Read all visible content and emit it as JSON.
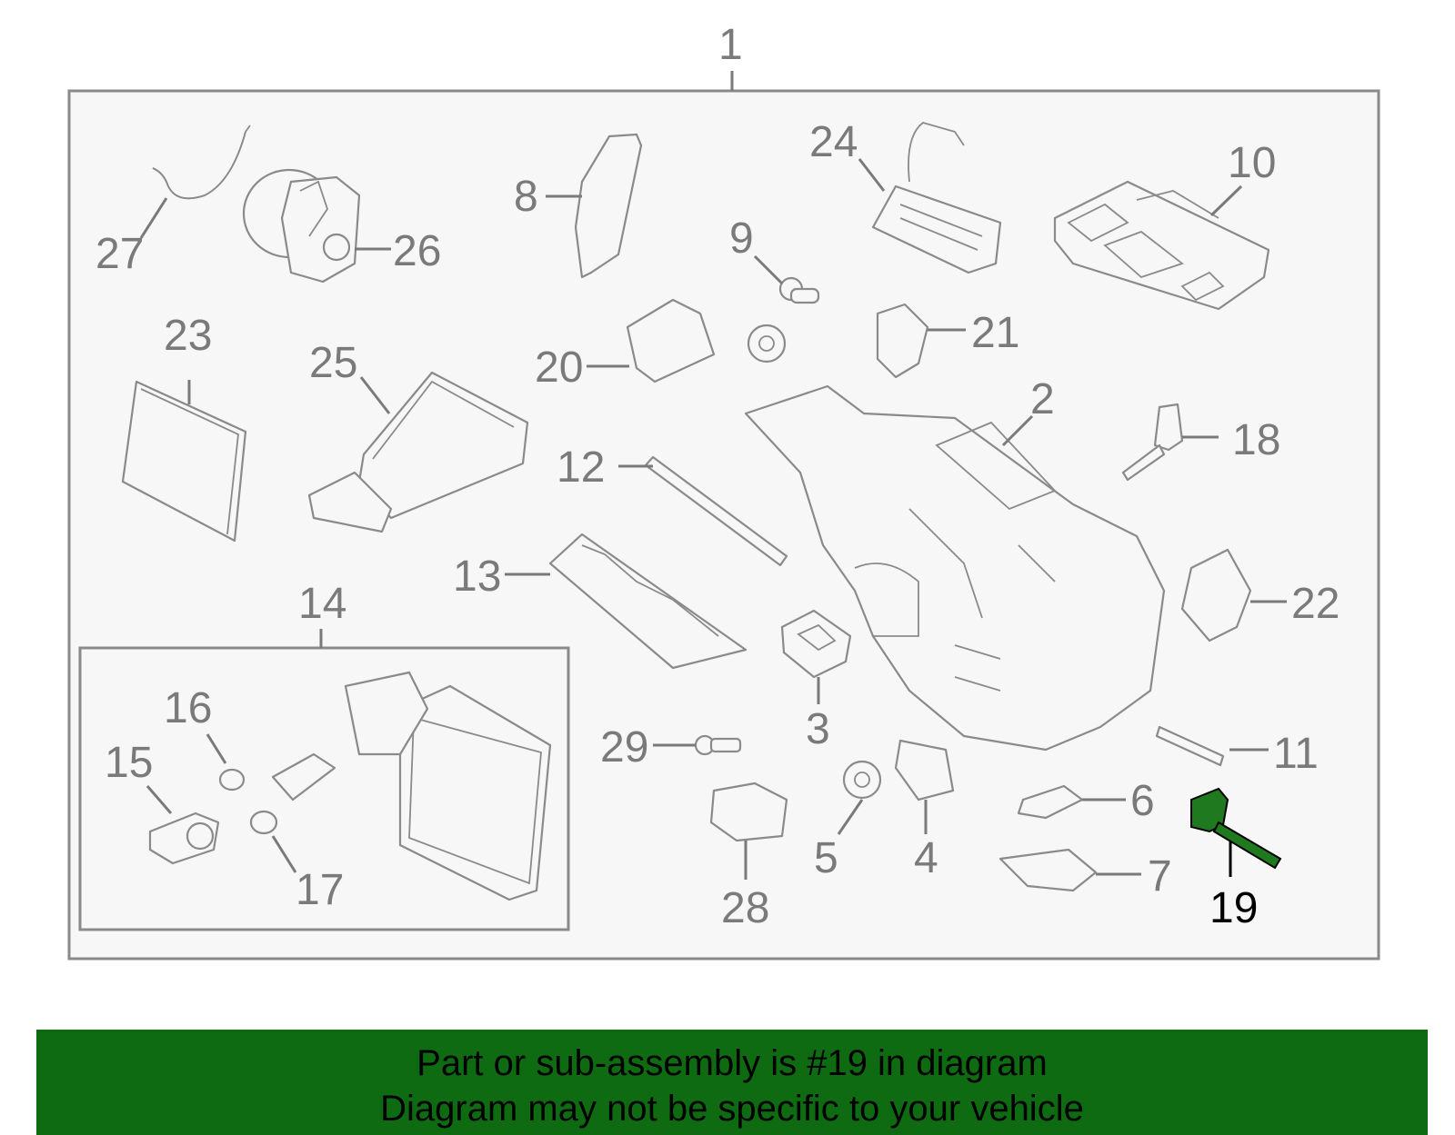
{
  "diagram": {
    "labels": {
      "p1": "1",
      "p2": "2",
      "p3": "3",
      "p4": "4",
      "p5": "5",
      "p6": "6",
      "p7": "7",
      "p8": "8",
      "p9": "9",
      "p10": "10",
      "p11": "11",
      "p12": "12",
      "p13": "13",
      "p14": "14",
      "p15": "15",
      "p16": "16",
      "p17": "17",
      "p18": "18",
      "p19": "19",
      "p20": "20",
      "p21": "21",
      "p22": "22",
      "p23": "23",
      "p24": "24",
      "p25": "25",
      "p26": "26",
      "p27": "27",
      "p28": "28",
      "p29": "29"
    },
    "highlight_part": "19",
    "colors": {
      "highlight": "#1f7a1f",
      "banner": "#0f6b12",
      "line": "#8a8a8a",
      "label": "#7a7a7a"
    }
  },
  "banner": {
    "line1": "Part or sub-assembly is #19 in diagram",
    "line2": "Diagram may not be specific to your vehicle"
  }
}
